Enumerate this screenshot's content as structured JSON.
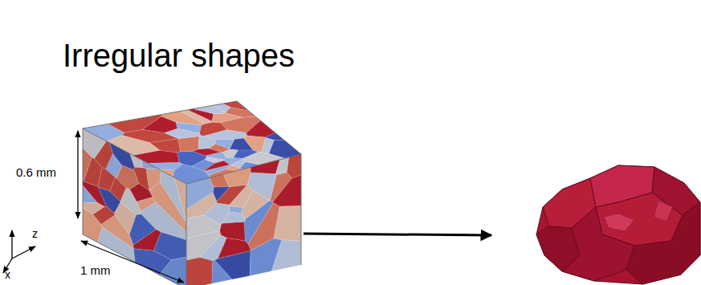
{
  "diagram": {
    "title": "Irregular shapes",
    "labels": [
      "0.6 mm",
      "1 mm",
      "z",
      "x"
    ]
  }
}
